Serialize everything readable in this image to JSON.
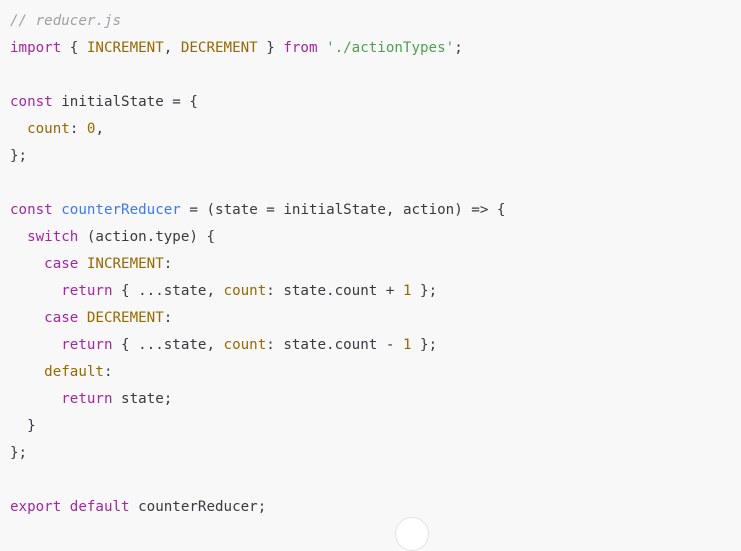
{
  "file_comment": "// reducer.js",
  "lines": [
    [
      {
        "t": "// reducer.js",
        "c": "cm"
      }
    ],
    [
      {
        "t": "import",
        "c": "kw"
      },
      {
        "t": " { ",
        "c": "id"
      },
      {
        "t": "INCREMENT",
        "c": "const"
      },
      {
        "t": ", ",
        "c": "id"
      },
      {
        "t": "DECREMENT",
        "c": "const"
      },
      {
        "t": " } ",
        "c": "id"
      },
      {
        "t": "from",
        "c": "kw"
      },
      {
        "t": " ",
        "c": "id"
      },
      {
        "t": "'./actionTypes'",
        "c": "str"
      },
      {
        "t": ";",
        "c": "id"
      }
    ],
    [],
    [
      {
        "t": "const",
        "c": "kw"
      },
      {
        "t": " initialState = {",
        "c": "id"
      }
    ],
    [
      {
        "t": "  ",
        "c": "id"
      },
      {
        "t": "count",
        "c": "prop"
      },
      {
        "t": ": ",
        "c": "id"
      },
      {
        "t": "0",
        "c": "num"
      },
      {
        "t": ",",
        "c": "id"
      }
    ],
    [
      {
        "t": "};",
        "c": "id"
      }
    ],
    [],
    [
      {
        "t": "const",
        "c": "kw"
      },
      {
        "t": " ",
        "c": "id"
      },
      {
        "t": "counterReducer",
        "c": "fn"
      },
      {
        "t": " = (state = initialState, action) => {",
        "c": "id"
      }
    ],
    [
      {
        "t": "  ",
        "c": "id"
      },
      {
        "t": "switch",
        "c": "kw"
      },
      {
        "t": " (action.type) {",
        "c": "id"
      }
    ],
    [
      {
        "t": "    ",
        "c": "id"
      },
      {
        "t": "case",
        "c": "kw"
      },
      {
        "t": " ",
        "c": "id"
      },
      {
        "t": "INCREMENT",
        "c": "const"
      },
      {
        "t": ":",
        "c": "id"
      }
    ],
    [
      {
        "t": "      ",
        "c": "id"
      },
      {
        "t": "return",
        "c": "kw"
      },
      {
        "t": " { ...state, ",
        "c": "id"
      },
      {
        "t": "count",
        "c": "prop"
      },
      {
        "t": ": state.count + ",
        "c": "id"
      },
      {
        "t": "1",
        "c": "num"
      },
      {
        "t": " };",
        "c": "id"
      }
    ],
    [
      {
        "t": "    ",
        "c": "id"
      },
      {
        "t": "case",
        "c": "kw"
      },
      {
        "t": " ",
        "c": "id"
      },
      {
        "t": "DECREMENT",
        "c": "const"
      },
      {
        "t": ":",
        "c": "id"
      }
    ],
    [
      {
        "t": "      ",
        "c": "id"
      },
      {
        "t": "return",
        "c": "kw"
      },
      {
        "t": " { ...state, ",
        "c": "id"
      },
      {
        "t": "count",
        "c": "prop"
      },
      {
        "t": ": state.count - ",
        "c": "id"
      },
      {
        "t": "1",
        "c": "num"
      },
      {
        "t": " };",
        "c": "id"
      }
    ],
    [
      {
        "t": "    ",
        "c": "id"
      },
      {
        "t": "default",
        "c": "const"
      },
      {
        "t": ":",
        "c": "id"
      }
    ],
    [
      {
        "t": "      ",
        "c": "id"
      },
      {
        "t": "return",
        "c": "kw"
      },
      {
        "t": " state;",
        "c": "id"
      }
    ],
    [
      {
        "t": "  }",
        "c": "id"
      }
    ],
    [
      {
        "t": "};",
        "c": "id"
      }
    ],
    [],
    [
      {
        "t": "export",
        "c": "kw"
      },
      {
        "t": " ",
        "c": "id"
      },
      {
        "t": "default",
        "c": "kw"
      },
      {
        "t": " counterReducer;",
        "c": "id"
      }
    ]
  ],
  "colors": {
    "background": "#f8f8f8",
    "keyword": "#a626a4",
    "string": "#50a14f",
    "function": "#4078f2",
    "constant": "#986801",
    "comment": "#a0a1a7",
    "text": "#383a42"
  }
}
